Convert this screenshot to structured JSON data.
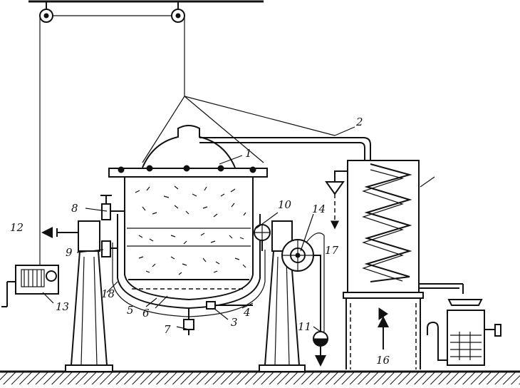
{
  "diagram": {
    "labels": {
      "l1": "1",
      "l2": "2",
      "l3": "3",
      "l4": "4",
      "l5": "5",
      "l6": "6",
      "l7": "7",
      "l8": "8",
      "l9": "9",
      "l10": "10",
      "l11": "11",
      "l12": "12",
      "l13": "13",
      "l14": "14",
      "l16": "16",
      "l17": "17",
      "l18": "18"
    }
  }
}
